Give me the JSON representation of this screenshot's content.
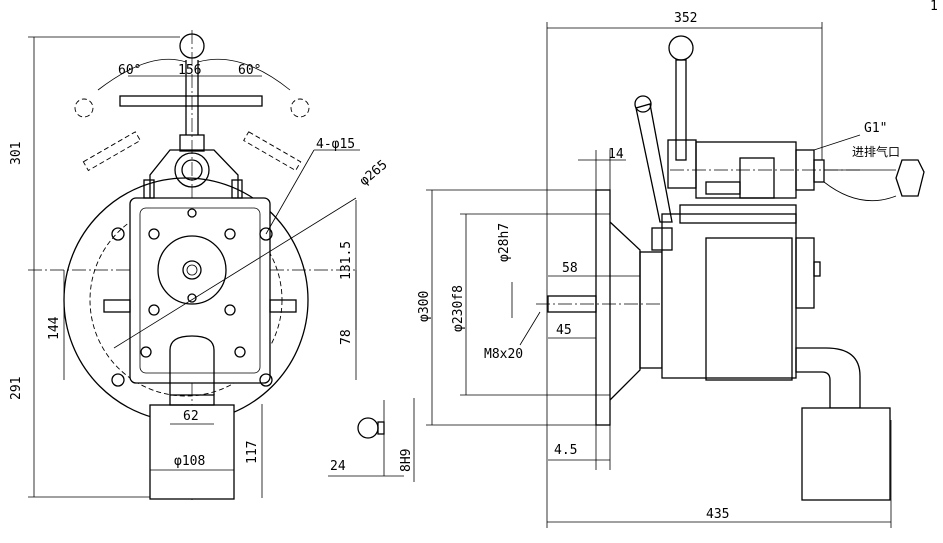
{
  "labels": {
    "angle_left": "60°",
    "angle_right": "60°",
    "handle_width": "156",
    "height_301": "301",
    "holes": "4-φ15",
    "dia_265": "φ265",
    "dim_131_5": "131.5",
    "dim_144": "144",
    "dim_78": "78",
    "height_291": "291",
    "dim_62": "62",
    "dia_108": "φ108",
    "dim_117": "117",
    "dim_24": "24",
    "key_8h9": "8H9",
    "width_352": "352",
    "thread_g1": "G1\"",
    "air_inlet": "进排气口",
    "dim_14": "14",
    "dia_28h7": "φ28h7",
    "dim_58": "58",
    "dia_300": "φ300",
    "dia_230f8": "φ230f8",
    "dim_45": "45",
    "bolt_m8x20": "M8x20",
    "dim_4_5": "4.5",
    "width_435": "435",
    "corner_mark": "1"
  }
}
